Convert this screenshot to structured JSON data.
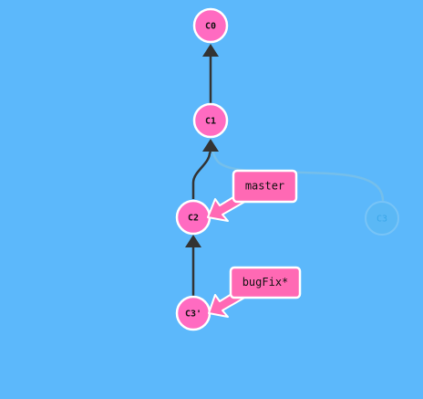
{
  "colors": {
    "background": "#5cb8fb",
    "commit_fill": "#ff6bc1",
    "commit_stroke": "#ffffff",
    "edge": "#333333",
    "ghost_fill": "#5bb8f5",
    "ghost_stroke": "#78c4f7",
    "ghost_edge": "#79bfe8",
    "branch_fill": "#ff69b4",
    "branch_stroke": "#ffffff"
  },
  "commits": {
    "c0": "C0",
    "c1": "C1",
    "c2": "C2",
    "c3_prime": "C3'",
    "c3_ghost": "C3"
  },
  "branches": {
    "master": "master",
    "bugfix": "bugFix*"
  },
  "relations": [
    {
      "from": "C1",
      "to": "C0"
    },
    {
      "from": "C2",
      "to": "C1"
    },
    {
      "from": "C3'",
      "to": "C2"
    },
    {
      "from": "C3",
      "to": "C1",
      "ghost": true
    }
  ],
  "branch_targets": {
    "master": "C2",
    "bugFix*": "C3'"
  }
}
